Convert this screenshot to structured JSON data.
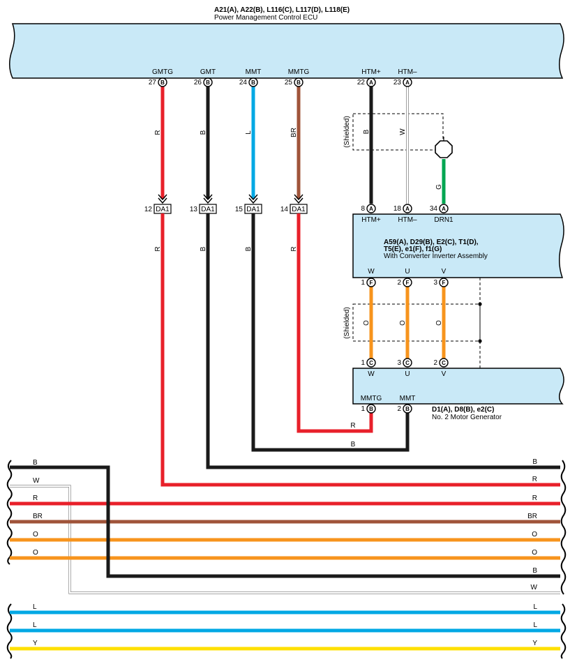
{
  "ecu": {
    "title": "A21(A), A22(B), L116(C), L117(D), L118(E)",
    "subtitle": "Power Management Control ECU",
    "pins": [
      {
        "num": "27",
        "conn": "B",
        "name": "GMTG"
      },
      {
        "num": "26",
        "conn": "B",
        "name": "GMT"
      },
      {
        "num": "24",
        "conn": "B",
        "name": "MMT"
      },
      {
        "num": "25",
        "conn": "B",
        "name": "MMTG"
      },
      {
        "num": "22",
        "conn": "A",
        "name": "HTM+"
      },
      {
        "num": "23",
        "conn": "A",
        "name": "HTM–"
      }
    ]
  },
  "junction": {
    "label": "DA1",
    "pins": [
      "12",
      "13",
      "15",
      "14"
    ]
  },
  "wire_colors_upper": [
    "R",
    "B",
    "L",
    "BR"
  ],
  "wire_colors_lower": [
    "R",
    "B",
    "B",
    "R"
  ],
  "shield_upper": {
    "label": "(Shielded)",
    "wires": [
      "B",
      "W",
      "G"
    ]
  },
  "inverter": {
    "title1": "A59(A), D29(B), E2(C), T1(D),",
    "title2": "T5(E), e1(F), f1(G)",
    "subtitle": "With Converter Inverter Assembly",
    "top_pins": [
      {
        "num": "8",
        "conn": "A",
        "name": "HTM+"
      },
      {
        "num": "18",
        "conn": "A",
        "name": "HTM–"
      },
      {
        "num": "34",
        "conn": "A",
        "name": "DRN1"
      }
    ],
    "bottom_pins": [
      {
        "num": "1",
        "conn": "F",
        "name": "W"
      },
      {
        "num": "2",
        "conn": "F",
        "name": "U"
      },
      {
        "num": "3",
        "conn": "F",
        "name": "V"
      }
    ]
  },
  "shield_lower": {
    "label": "(Shielded)",
    "wires": [
      "O",
      "O",
      "O"
    ]
  },
  "motor": {
    "title": "D1(A), D8(B), e2(C)",
    "subtitle": "No.  2 Motor Generator",
    "top_pins": [
      {
        "num": "1",
        "conn": "C",
        "name": "W"
      },
      {
        "num": "3",
        "conn": "C",
        "name": "U"
      },
      {
        "num": "2",
        "conn": "C",
        "name": "V"
      }
    ],
    "bottom_pins": [
      {
        "num": "1",
        "conn": "B",
        "name": "MMTG"
      },
      {
        "num": "2",
        "conn": "B",
        "name": "MMT"
      }
    ]
  },
  "route_labels": [
    "R",
    "B"
  ],
  "harness1": {
    "left": [
      "B",
      "W",
      "R",
      "BR",
      "O",
      "O"
    ],
    "right": [
      "B",
      "R",
      "R",
      "BR",
      "O",
      "O",
      "B",
      "W"
    ]
  },
  "harness2": {
    "left": [
      "L",
      "L",
      "Y"
    ],
    "right": [
      "L",
      "L",
      "Y"
    ]
  },
  "colors": {
    "R": "#e8202a",
    "B": "#1a1a1a",
    "L": "#00a8e4",
    "BR": "#a0543a",
    "O": "#f7941d",
    "G": "#00a651",
    "Y": "#ffe000",
    "W": "#ffffff",
    "box": "#c9e9f7"
  }
}
